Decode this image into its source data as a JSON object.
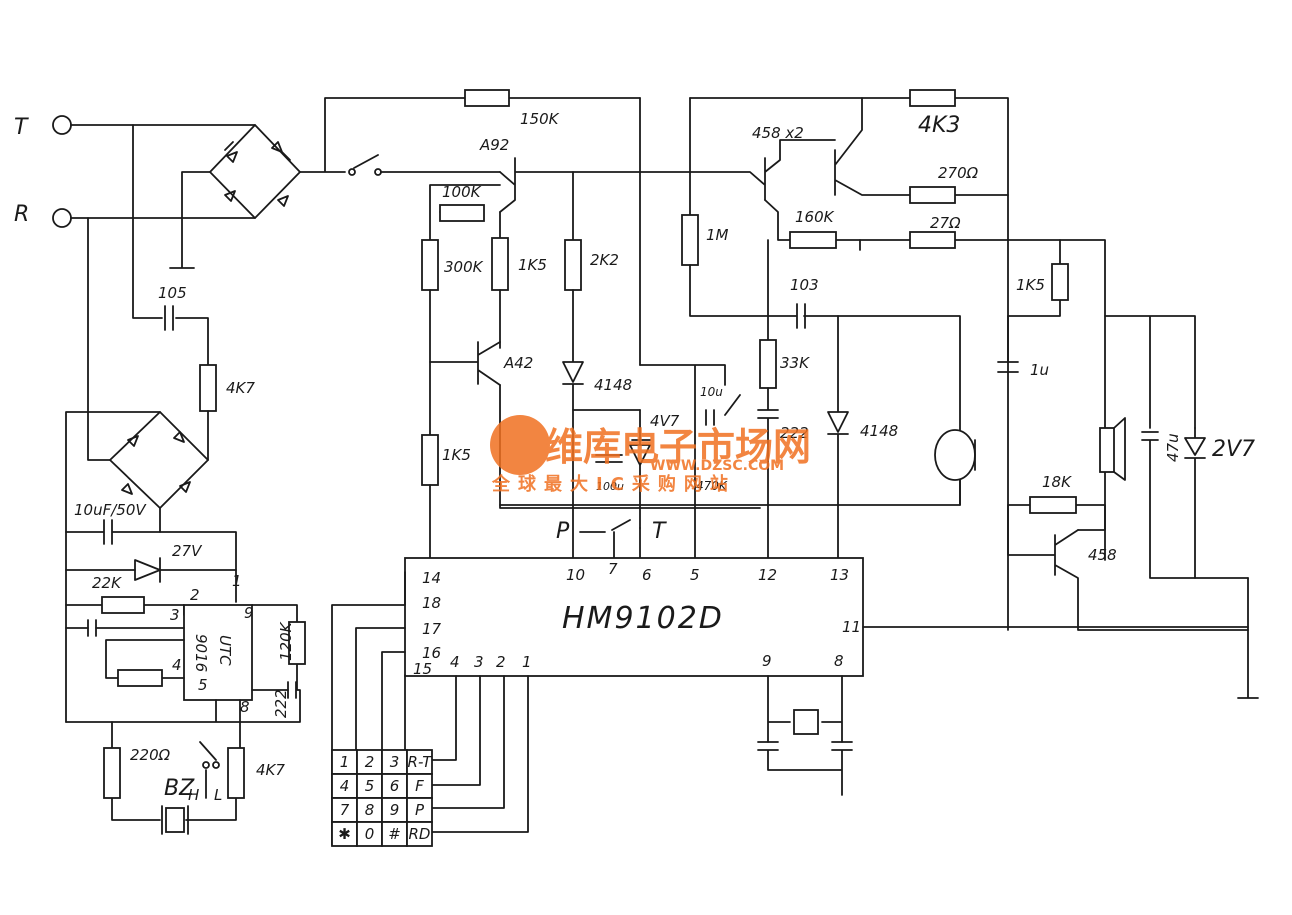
{
  "terminals": {
    "t": "T",
    "r": "R"
  },
  "chip": {
    "name": "HM9102D"
  },
  "chip_pins": {
    "p14": "14",
    "p18": "18",
    "p17": "17",
    "p16": "16",
    "p15": "15",
    "p4": "4",
    "p3": "3",
    "p2": "2",
    "p1": "1",
    "p10": "10",
    "p7": "7",
    "p6": "6",
    "p5": "5",
    "p12": "12",
    "p13": "13",
    "p11": "11",
    "p9": "9",
    "p8": "8"
  },
  "ic2": {
    "name": "9016",
    "sub": "UTC",
    "pins": {
      "p1": "1",
      "p2": "2",
      "p3": "3",
      "p4": "4",
      "p5": "5",
      "p8": "8",
      "p9": "9"
    }
  },
  "labels": {
    "r150k": "150K",
    "a92": "A92",
    "r100k": "100K",
    "r300k": "300K",
    "r1k5a": "1K5",
    "r2k2": "2K2",
    "a42": "A42",
    "d4148a": "4148",
    "r1k5b": "1K5",
    "z4v7": "4V7",
    "c100u": "100u",
    "c10u": "10u",
    "r470k": "470K",
    "t458x2": "458 x2",
    "r4k3": "4K3",
    "r270": "270Ω",
    "r27": "27Ω",
    "r1m": "1M",
    "r160k": "160K",
    "c103": "103",
    "r33k": "33K",
    "c222a": "222",
    "d4148b": "4148",
    "r1k5c": "1K5",
    "c1u": "1u",
    "r18k": "18K",
    "t458": "458",
    "c47u": "47u",
    "z2v7": "2V7",
    "c105": "105",
    "r4k7a": "4K7",
    "c10u50v": "10uF/50V",
    "z27v": "27V",
    "r22k": "22K",
    "r120k": "120K",
    "c222b": "222",
    "r220": "220Ω",
    "r4k7b": "4K7",
    "bz": "BZ",
    "sw_h": "H",
    "sw_l": "L",
    "p": "P",
    "t": "T"
  },
  "keypad": {
    "keys": [
      [
        "1",
        "2",
        "3",
        "R-T"
      ],
      [
        "4",
        "5",
        "6",
        "F"
      ],
      [
        "7",
        "8",
        "9",
        "P"
      ],
      [
        "✱",
        "0",
        "#",
        "RD"
      ]
    ]
  },
  "watermark": {
    "brand": "维库电子市场网",
    "url": "WWW.DZSC.COM",
    "slogan": "全球最大IC采购网站",
    "color": "#f07020"
  }
}
